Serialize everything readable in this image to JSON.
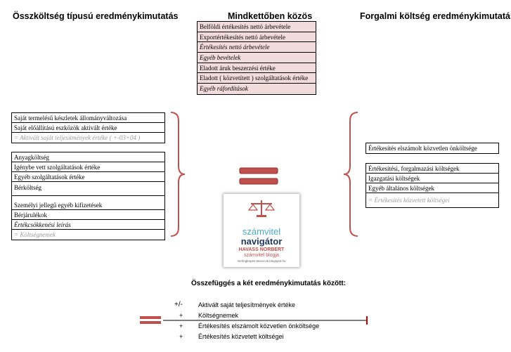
{
  "headers": {
    "left": "Összköltség típusú eredménykimutatás",
    "middle": "Mindkettőben közös",
    "right": "Forgalmi költség eredménykimutatás"
  },
  "middle_rows": [
    "Belföldi értékesítés nettó árbevétele",
    "Exportértékesítés nettó árbevétele",
    "Értékesítés nettó árbevétele",
    "Egyéb bevételek",
    "Eladott áruk beszerzési értéke",
    "Eladott ( közvetített ) szolgáltatások értéke",
    "Egyéb ráfordítások"
  ],
  "left_top_rows": [
    "Saját termelésű készletek állományváltozása",
    "Saját előállítású eszközök aktivált értéke",
    "= Aktivált saját teljesítmények értéke ( +-03+04 )"
  ],
  "left_bottom_rows": [
    "Anyagköltség",
    "Igénybe vett szolgáltatások értéke",
    "Egyéb szolgáltatások értéke",
    "Bérköltség",
    "Személyi jellegű egyéb kifizetések",
    "Bérjárulékok",
    "Értékcsökkenési leírás",
    "= Költségnemek"
  ],
  "right_top_row": "Értékesítés elszámolt közvetlen önköltsége",
  "right_bottom_rows": [
    "Értékesítési, forgalmazási költségek",
    "Igazgatási költségek",
    "Egyéb általános költségek",
    "= Értékesítés közvetett költségei"
  ],
  "logo": {
    "line1": "számvitel",
    "line2": "navigátor",
    "line3": "HAVASS NORBERT",
    "line4": "számvitel blogja",
    "line5": "merlegkepes-tanorcok.blogspot.hu"
  },
  "summary": {
    "title": "Összefüggés a két eredménykimutatás között:",
    "items": [
      {
        "sign": "+/-",
        "text": "Aktivált saját teljesítmények értéke"
      },
      {
        "sign": "+",
        "text": "Költségnemek"
      },
      {
        "sign": "+",
        "text": "Értékesítés elszámolt közvetlen önköltsége"
      },
      {
        "sign": "+",
        "text": "Értékesítés közvetett költségei"
      }
    ]
  },
  "colors": {
    "accent_red": "#c0504d",
    "pink_fill": "#f2dcdb",
    "logo_blue": "#4bacc6",
    "logo_navy": "#1f3864"
  }
}
